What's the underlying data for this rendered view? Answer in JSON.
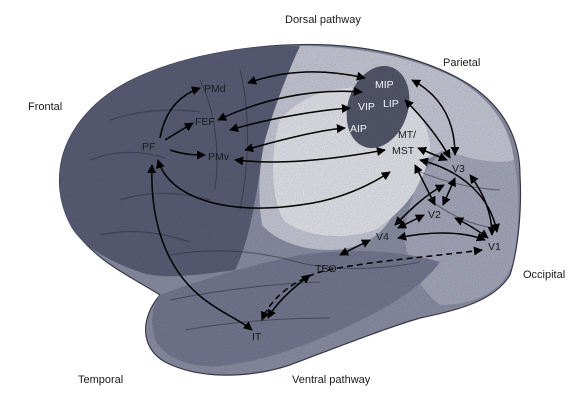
{
  "labels": {
    "dorsal_pathway": "Dorsal pathway",
    "parietal": "Parietal",
    "frontal": "Frontal",
    "occipital": "Occipital",
    "temporal": "Temporal",
    "ventral_pathway": "Ventral pathway"
  },
  "areas": {
    "pmd": "PMd",
    "fef": "FEF",
    "pf": "PF",
    "pmv": "PMv",
    "mip": "MIP",
    "vip": "VIP",
    "lip": "LIP",
    "aip": "AIP",
    "mt_mst_1": "MT/",
    "mt_mst_2": "MST",
    "v3": "V3",
    "v2": "V2",
    "v4": "V4",
    "v1": "V1",
    "teo": "TEO",
    "it": "IT"
  },
  "colors": {
    "frontal_lobe": "#5b5f78",
    "parietal_lobe": "#c9cad8",
    "temporal_lobe": "#8d90a6",
    "occipital_lobe": "#a8aabe",
    "parietal_inner": "#e6e6ee",
    "posterior_parietal_oval": "#55586c",
    "arrow": "#000000"
  }
}
